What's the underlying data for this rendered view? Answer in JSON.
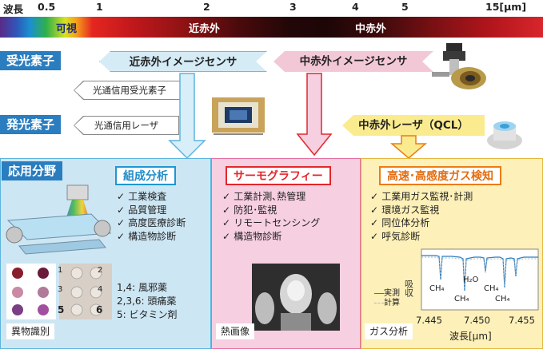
{
  "scale": {
    "label": "波長",
    "ticks": [
      "0.5",
      "1",
      "2",
      "3",
      "4",
      "5",
      "15[μm]"
    ]
  },
  "bands": {
    "visible": "可視",
    "near_ir": "近赤外",
    "mid_ir": "中赤外"
  },
  "rows": {
    "receiver": "受光素子",
    "emitter": "発光素子",
    "application": "応用分野"
  },
  "receiver": {
    "near_sensor": "近赤外イメージセンサ",
    "mid_sensor": "中赤外イメージセンサ",
    "optical_receiver": "光通信用受光素子"
  },
  "emitter": {
    "optical_laser": "光通信用レーザ",
    "qcl": "中赤外レーザ（QCL）"
  },
  "panels": {
    "composition": {
      "title": "組成分析",
      "items": [
        "工業検査",
        "品質管理",
        "高度医療診断",
        "構造物診断"
      ],
      "pill_legend": [
        "1,4: 風邪薬",
        "2,3,6: 頭痛薬",
        "5: ビタミン剤"
      ],
      "pill_numbers": [
        "1",
        "2",
        "3",
        "4",
        "5",
        "6"
      ],
      "caption": "異物識別"
    },
    "thermo": {
      "title": "サーモグラフィー",
      "items": [
        "工業計測､熱管理",
        "防犯･監視",
        "リモートセンシング",
        "構造物診断"
      ],
      "caption": "熱画像"
    },
    "gas": {
      "title": "高速･高感度ガス検知",
      "items": [
        "工業用ガス監視･計測",
        "環境ガス監視",
        "同位体分析",
        "呼気診断"
      ],
      "caption": "ガス分析"
    }
  },
  "spectrum_plot": {
    "ylabel": "吸収",
    "legend": [
      "実測",
      "計算"
    ],
    "peaks": [
      "CH₄",
      "CH₄",
      "H₂O",
      "CH₄",
      "CH₄"
    ],
    "xticks": [
      "7.445",
      "7.450",
      "7.455"
    ],
    "xlabel": "波長[μm]"
  }
}
